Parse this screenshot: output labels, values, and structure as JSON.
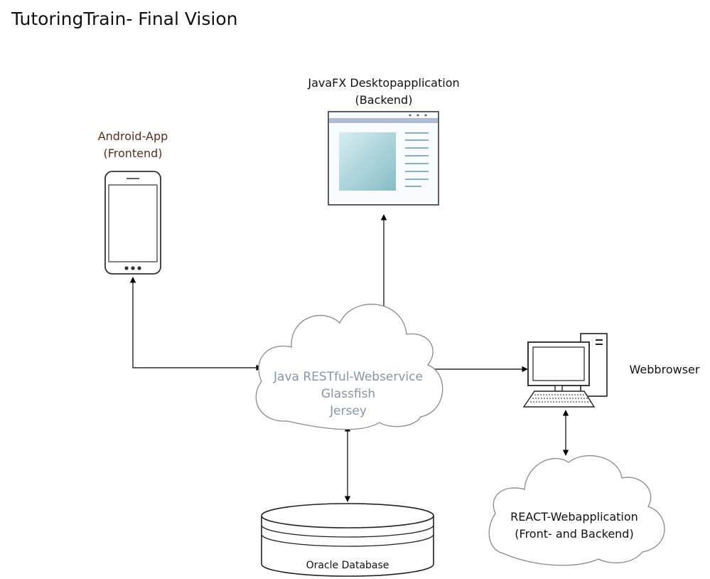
{
  "title": "TutoringTrain- Final Vision",
  "nodes": {
    "desktop": {
      "line1": "JavaFX Desktopapplication",
      "line2": "(Backend)"
    },
    "android": {
      "line1": "Android-App",
      "line2": "(Frontend)"
    },
    "webservice": {
      "line1": "Java RESTful-Webservice",
      "line2": "Glassfish",
      "line3": "Jersey"
    },
    "webbrowser": {
      "line1": "Webbrowser"
    },
    "react": {
      "line1": "REACT-Webapplication",
      "line2": "(Front- and Backend)"
    },
    "database": {
      "line1": "Oracle Database"
    }
  },
  "colors": {
    "line": "#000000",
    "android_label": "#5a2e1e",
    "cloud_text": "#8a94a6",
    "window_frame": "#4a4a55",
    "window_header": "#aebbd0",
    "window_pane": "#8fc3cc"
  }
}
